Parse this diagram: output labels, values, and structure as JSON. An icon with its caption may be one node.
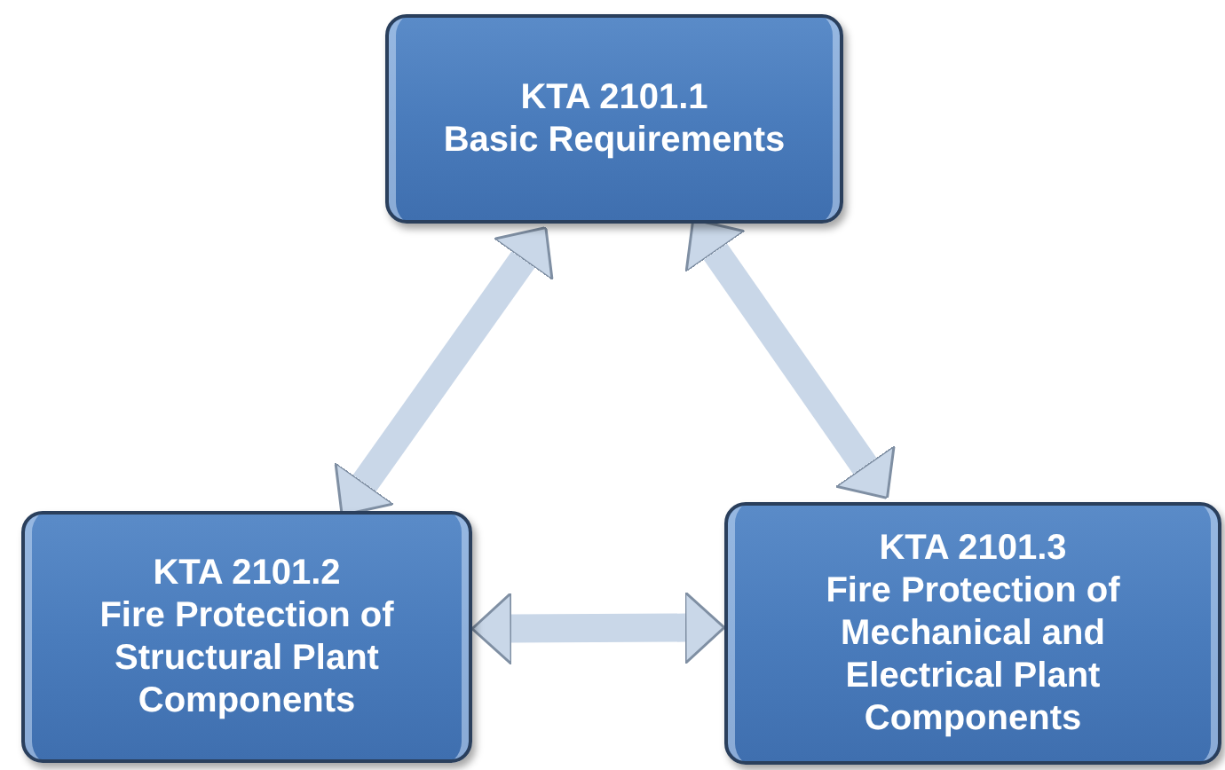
{
  "diagram": {
    "nodes": [
      {
        "text": [
          "KTA 2101.1",
          "Basic Requirements"
        ]
      },
      {
        "text": [
          "KTA 2101.2",
          "Fire Protection of Structural Plant Components"
        ]
      },
      {
        "text": [
          "KTA 2101.3",
          "Fire Protection of Mechanical and Electrical Plant Components"
        ]
      }
    ],
    "edges": [
      {
        "from": 0,
        "to": 1,
        "arrow": "both"
      },
      {
        "from": 0,
        "to": 2,
        "arrow": "both"
      },
      {
        "from": 1,
        "to": 2,
        "arrow": "both"
      }
    ]
  }
}
